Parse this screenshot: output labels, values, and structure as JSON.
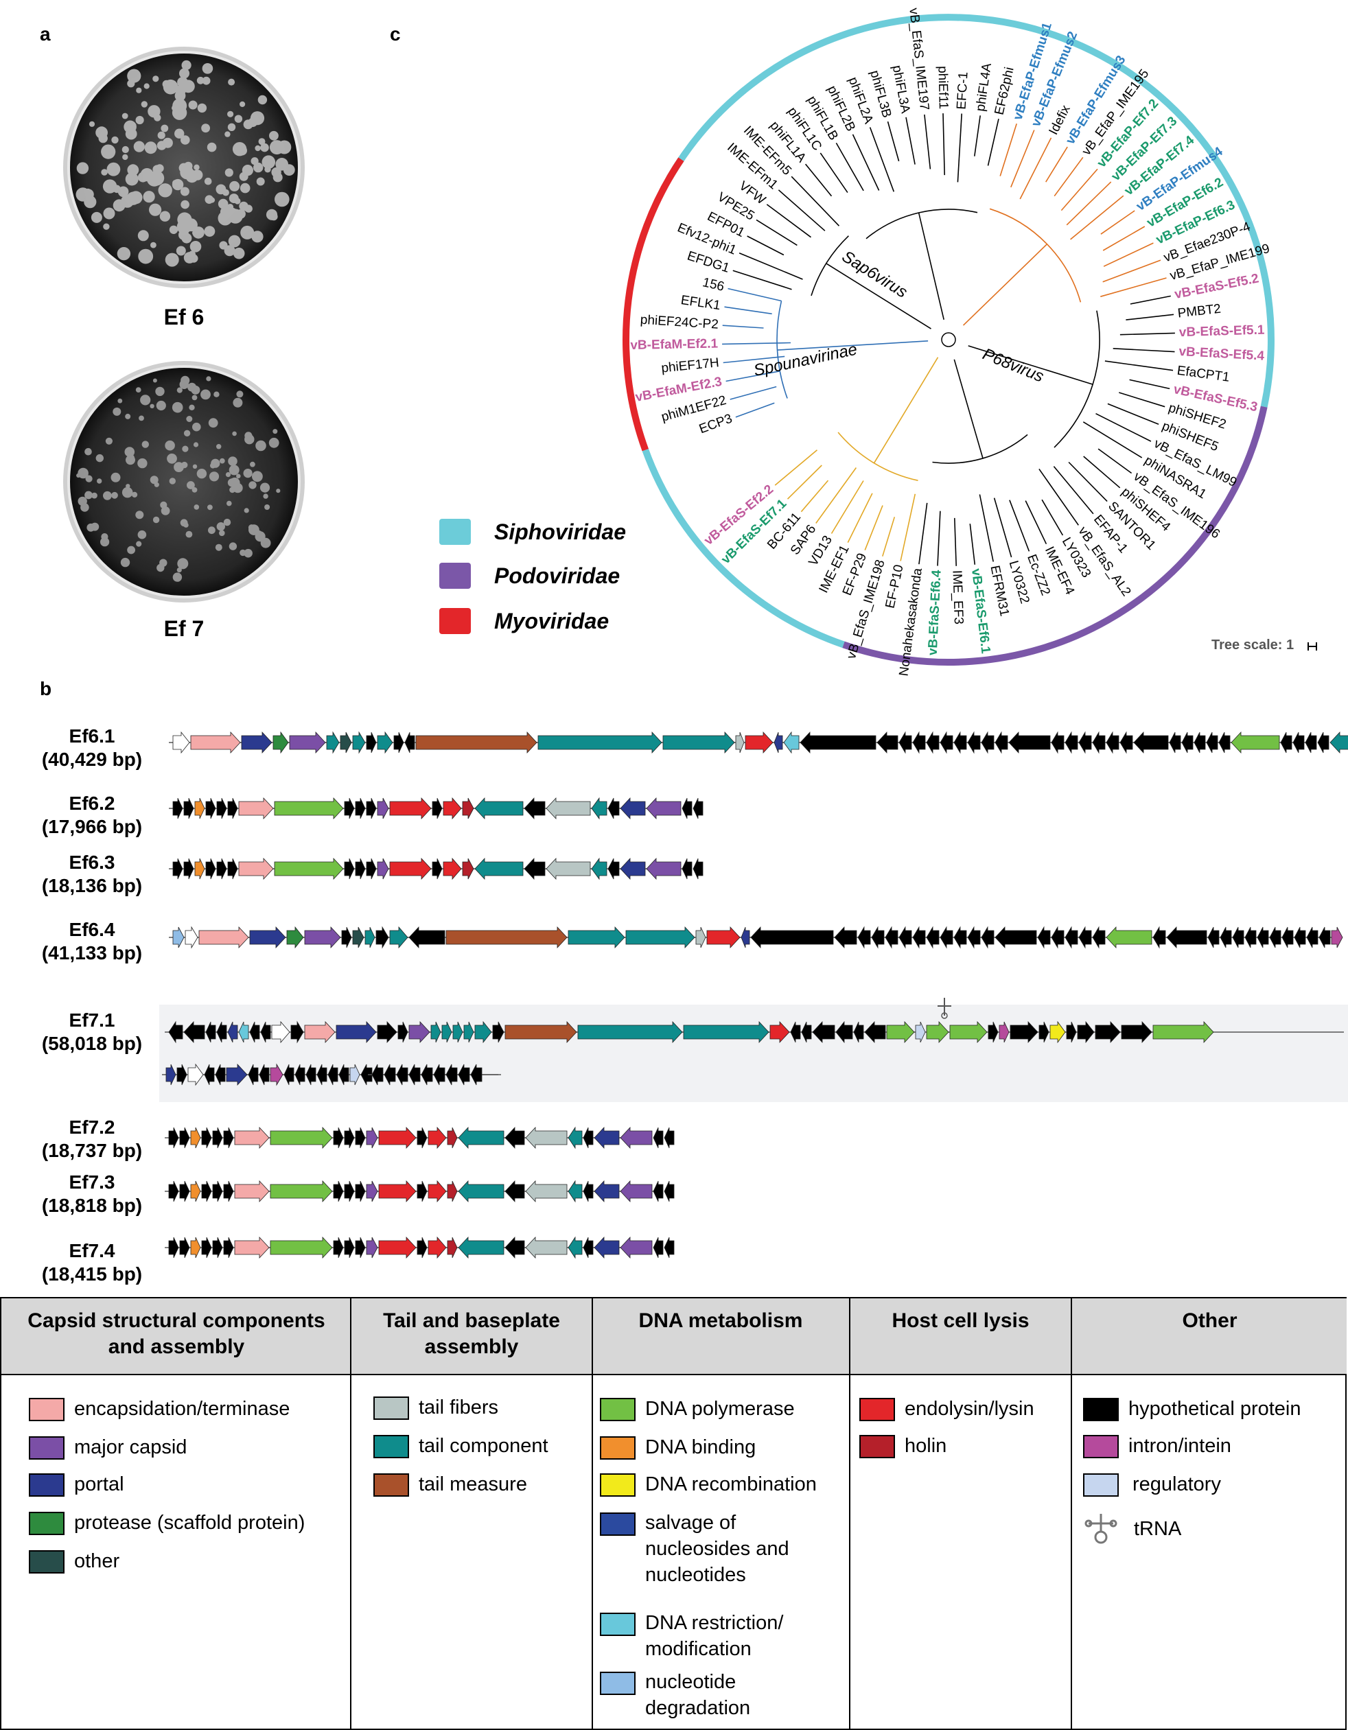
{
  "panels": {
    "a": "a",
    "b": "b",
    "c": "c"
  },
  "plates": [
    {
      "label": "Ef 6"
    },
    {
      "label": "Ef 7"
    }
  ],
  "families": [
    {
      "name": "Siphoviridae",
      "color": "#6cccd9"
    },
    {
      "name": "Podoviridae",
      "color": "#7b57a8"
    },
    {
      "name": "Myoviridae",
      "color": "#e3262a"
    }
  ],
  "tree": {
    "scale_label": "Tree scale: 1",
    "clade_labels": [
      "Sap6virus",
      "Spounavirinae",
      "P68virus"
    ],
    "leaves": [
      {
        "name": "ECP3",
        "color": "#000000"
      },
      {
        "name": "phiM1EF22",
        "color": "#000000"
      },
      {
        "name": "vB-EfaM-Ef2.3",
        "color": "#c05a9c"
      },
      {
        "name": "phiEF17H",
        "color": "#000000"
      },
      {
        "name": "vB-EfaM-Ef2.1",
        "color": "#c05a9c"
      },
      {
        "name": "phiEF24C-P2",
        "color": "#000000"
      },
      {
        "name": "EFLK1",
        "color": "#000000"
      },
      {
        "name": "156",
        "color": "#000000"
      },
      {
        "name": "EFDG1",
        "color": "#000000"
      },
      {
        "name": "Efv12-phi1",
        "color": "#000000"
      },
      {
        "name": "EFP01",
        "color": "#000000"
      },
      {
        "name": "VPE25",
        "color": "#000000"
      },
      {
        "name": "VFW",
        "color": "#000000"
      },
      {
        "name": "IME-EFm1",
        "color": "#000000"
      },
      {
        "name": "IME-EFm5",
        "color": "#000000"
      },
      {
        "name": "phiFL1A",
        "color": "#000000"
      },
      {
        "name": "phiFL1C",
        "color": "#000000"
      },
      {
        "name": "phiFL1B",
        "color": "#000000"
      },
      {
        "name": "phiFL2B",
        "color": "#000000"
      },
      {
        "name": "phiFL2A",
        "color": "#000000"
      },
      {
        "name": "phiFL3B",
        "color": "#000000"
      },
      {
        "name": "phiFL3A",
        "color": "#000000"
      },
      {
        "name": "vB_EfaS_IME197",
        "color": "#000000"
      },
      {
        "name": "phiEf11",
        "color": "#000000"
      },
      {
        "name": "EFC-1",
        "color": "#000000"
      },
      {
        "name": "phiFL4A",
        "color": "#000000"
      },
      {
        "name": "EF62phi",
        "color": "#000000"
      },
      {
        "name": "vB-EfaP-Efmus1",
        "color": "#2f7fc1"
      },
      {
        "name": "vB-EfaP-Efmus2",
        "color": "#2f7fc1"
      },
      {
        "name": "Idefix",
        "color": "#000000"
      },
      {
        "name": "vB-EfaP-Efmus3",
        "color": "#2f7fc1"
      },
      {
        "name": "vB_EfaP_IME195",
        "color": "#000000"
      },
      {
        "name": "vB-EfaP-Ef7.2",
        "color": "#1a9a6c"
      },
      {
        "name": "vB-EfaP-Ef7.3",
        "color": "#1a9a6c"
      },
      {
        "name": "vB-EfaP-Ef7.4",
        "color": "#1a9a6c"
      },
      {
        "name": "vB-EfaP-Efmus4",
        "color": "#2f7fc1"
      },
      {
        "name": "vB-EfaP-Ef6.2",
        "color": "#1a9a6c"
      },
      {
        "name": "vB-EfaP-Ef6.3",
        "color": "#1a9a6c"
      },
      {
        "name": "vB_Efae230P-4",
        "color": "#000000"
      },
      {
        "name": "vB_EfaP_IME199",
        "color": "#000000"
      },
      {
        "name": "vB-EfaS-Ef5.2",
        "color": "#c05a9c"
      },
      {
        "name": "PMBT2",
        "color": "#000000"
      },
      {
        "name": "vB-EfaS-Ef5.1",
        "color": "#c05a9c"
      },
      {
        "name": "vB-EfaS-Ef5.4",
        "color": "#c05a9c"
      },
      {
        "name": "EfaCPT1",
        "color": "#000000"
      },
      {
        "name": "vB-EfaS-Ef5.3",
        "color": "#c05a9c"
      },
      {
        "name": "phiSHEF2",
        "color": "#000000"
      },
      {
        "name": "phiSHEF5",
        "color": "#000000"
      },
      {
        "name": "vB_EfaS_LM99",
        "color": "#000000"
      },
      {
        "name": "phiNASRA1",
        "color": "#000000"
      },
      {
        "name": "vB_EfaS_IME196",
        "color": "#000000"
      },
      {
        "name": "phiSHEF4",
        "color": "#000000"
      },
      {
        "name": "SANTOR1",
        "color": "#000000"
      },
      {
        "name": "EFAP-1",
        "color": "#000000"
      },
      {
        "name": "vB_EfaS_AL2",
        "color": "#000000"
      },
      {
        "name": "LY0323",
        "color": "#000000"
      },
      {
        "name": "IME-EF4",
        "color": "#000000"
      },
      {
        "name": "Ec-ZZ2",
        "color": "#000000"
      },
      {
        "name": "LY0322",
        "color": "#000000"
      },
      {
        "name": "EFRM31",
        "color": "#000000"
      },
      {
        "name": "vB-EfaS-Ef6.1",
        "color": "#1a9a6c"
      },
      {
        "name": "IME_EF3",
        "color": "#000000"
      },
      {
        "name": "vB-EfaS-Ef6.4",
        "color": "#1a9a6c"
      },
      {
        "name": "Nonahekasakonda",
        "color": "#000000"
      },
      {
        "name": "EF-P10",
        "color": "#000000"
      },
      {
        "name": "vB_EfaS_IME198",
        "color": "#000000"
      },
      {
        "name": "EF-P29",
        "color": "#000000"
      },
      {
        "name": "IME-EF1",
        "color": "#000000"
      },
      {
        "name": "VD13",
        "color": "#000000"
      },
      {
        "name": "SAP6",
        "color": "#000000"
      },
      {
        "name": "BC-611",
        "color": "#000000"
      },
      {
        "name": "vB-EfaS-Ef7.1",
        "color": "#1a9a6c"
      },
      {
        "name": "vB-EfaS-Ef2.2",
        "color": "#c05a9c"
      }
    ]
  },
  "genomes": [
    {
      "name": "Ef6.1",
      "size": "(40,429 bp)"
    },
    {
      "name": "Ef6.2",
      "size": "(17,966 bp)"
    },
    {
      "name": "Ef6.3",
      "size": "(18,136 bp)"
    },
    {
      "name": "Ef6.4",
      "size": "(41,133 bp)"
    },
    {
      "name": "Ef7.1",
      "size": "(58,018 bp)"
    },
    {
      "name": "Ef7.2",
      "size": "(18,737 bp)"
    },
    {
      "name": "Ef7.3",
      "size": "(18,818 bp)"
    },
    {
      "name": "Ef7.4",
      "size": "(18,415 bp)"
    }
  ],
  "legend_table": {
    "columns": [
      {
        "header": "Capsid structural components and assembly",
        "items": [
          {
            "label": "encapsidation/terminase",
            "color": "#f4a9a8"
          },
          {
            "label": "major capsid",
            "color": "#7b4fa6"
          },
          {
            "label": "portal",
            "color": "#2b3a8f"
          },
          {
            "label": "protease (scaffold protein)",
            "color": "#2e8b3e"
          },
          {
            "label": "other",
            "color": "#274d4a"
          }
        ]
      },
      {
        "header": "Tail and baseplate assembly",
        "items": [
          {
            "label": "tail fibers",
            "color": "#b8c6c4"
          },
          {
            "label": "tail component",
            "color": "#0f8c8c"
          },
          {
            "label": "tail measure",
            "color": "#a9512b"
          }
        ]
      },
      {
        "header": "DNA metabolism",
        "items": [
          {
            "label": "DNA polymerase",
            "color": "#72c044"
          },
          {
            "label": "DNA binding",
            "color": "#f18f2d"
          },
          {
            "label": "DNA recombination",
            "color": "#f2ea1b"
          },
          {
            "label": "salvage of nucleosides and nucleotides",
            "color": "#2b4a9f"
          },
          {
            "label": "DNA restriction/ modification",
            "color": "#68c8db"
          },
          {
            "label": "nucleotide degradation",
            "color": "#8fbce6"
          }
        ]
      },
      {
        "header": "Host cell lysis",
        "items": [
          {
            "label": "endolysin/lysin",
            "color": "#e3262a"
          },
          {
            "label": "holin",
            "color": "#b5202a"
          }
        ]
      },
      {
        "header": "Other",
        "items": [
          {
            "label": "hypothetical protein",
            "color": "#000000"
          },
          {
            "label": "intron/intein",
            "color": "#b54a9c"
          },
          {
            "label": "regulatory",
            "color": "#c6d6ef"
          },
          {
            "label": "tRNA",
            "color": "#888888"
          }
        ]
      }
    ]
  }
}
